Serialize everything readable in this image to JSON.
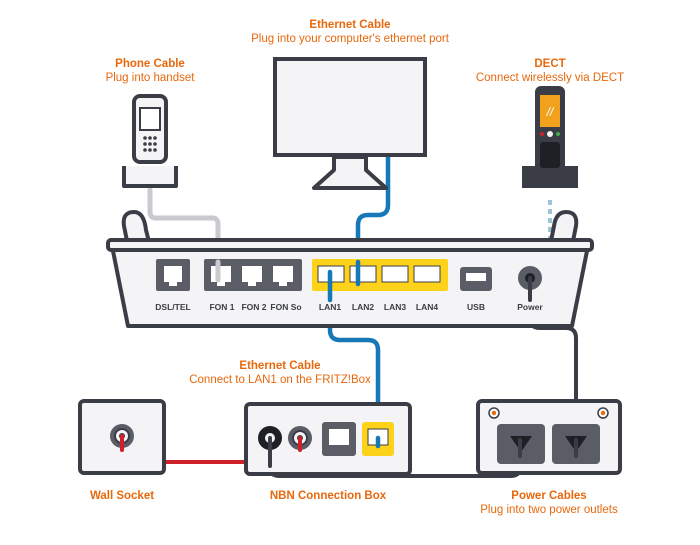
{
  "labels": {
    "ethernet_top": {
      "title": "Ethernet Cable",
      "sub": "Plug into your computer's ethernet port"
    },
    "phone": {
      "title": "Phone Cable",
      "sub": "Plug into handset"
    },
    "dect": {
      "title": "DECT",
      "sub": "Connect wirelessly via DECT"
    },
    "ethernet_mid": {
      "title": "Ethernet Cable",
      "sub": "Connect to LAN1 on the FRITZ!Box"
    },
    "wall": {
      "title": "Wall Socket"
    },
    "nbn": {
      "title": "NBN Connection Box"
    },
    "power": {
      "title": "Power Cables",
      "sub": "Plug into two power outlets"
    }
  },
  "ports": {
    "dsl": "DSL/TEL",
    "fon1": "FON 1",
    "fon2": "FON 2",
    "fonso": "FON So",
    "lan1": "LAN1",
    "lan2": "LAN2",
    "lan3": "LAN3",
    "lan4": "LAN4",
    "usb": "USB",
    "power": "Power"
  },
  "colors": {
    "accent": "#e8680d",
    "device_outline": "#3a3d45",
    "device_fill": "#f4f4f6",
    "port_dark": "#5a5d66",
    "lan_yellow": "#ffd21a",
    "ethernet_blue": "#1778b8",
    "phone_cable": "#c9c9cf",
    "red_cable": "#d0202a",
    "dect_dots": "#9ec4d8"
  }
}
